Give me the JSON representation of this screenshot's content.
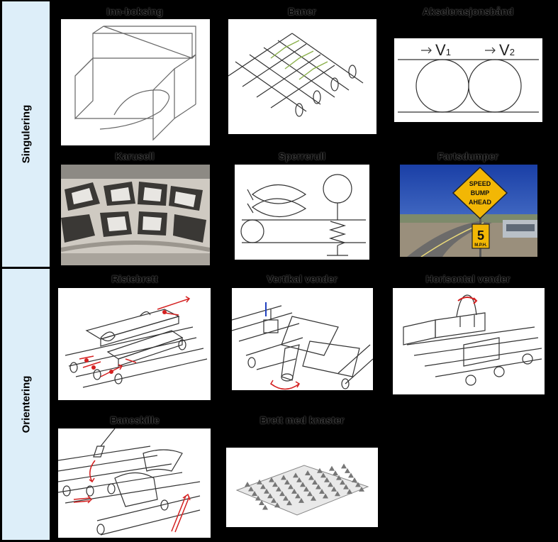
{
  "sections": {
    "singulering": "Singulering",
    "orientering": "Orientering"
  },
  "panels": {
    "inn_boksing": "Inn-boksing",
    "baner": "Baner",
    "akselerasjonsband": "Akselerasjonsbånd",
    "karusell": "Karusell",
    "sperrerull": "Sperrerull",
    "fartsdumper": "Fartsdumper",
    "ristebrett": "Ristebrett",
    "vertikal_vender": "Vertikal vender",
    "horisontal_vender": "Horisontal vender",
    "baneskille": "Baneskille",
    "brett_med_knaster": "Brett med knaster"
  },
  "akselerasjon": {
    "v1": "V",
    "v1_sub": "1",
    "v2": "V",
    "v2_sub": "2"
  },
  "speed_sign": {
    "line1": "SPEED",
    "line2": "BUMP",
    "line3": "AHEAD",
    "limit": "5",
    "unit": "M.P.H."
  },
  "colors": {
    "band": "#ddeef9",
    "arrow_red": "#d42020",
    "sign_yellow": "#f2b705"
  }
}
